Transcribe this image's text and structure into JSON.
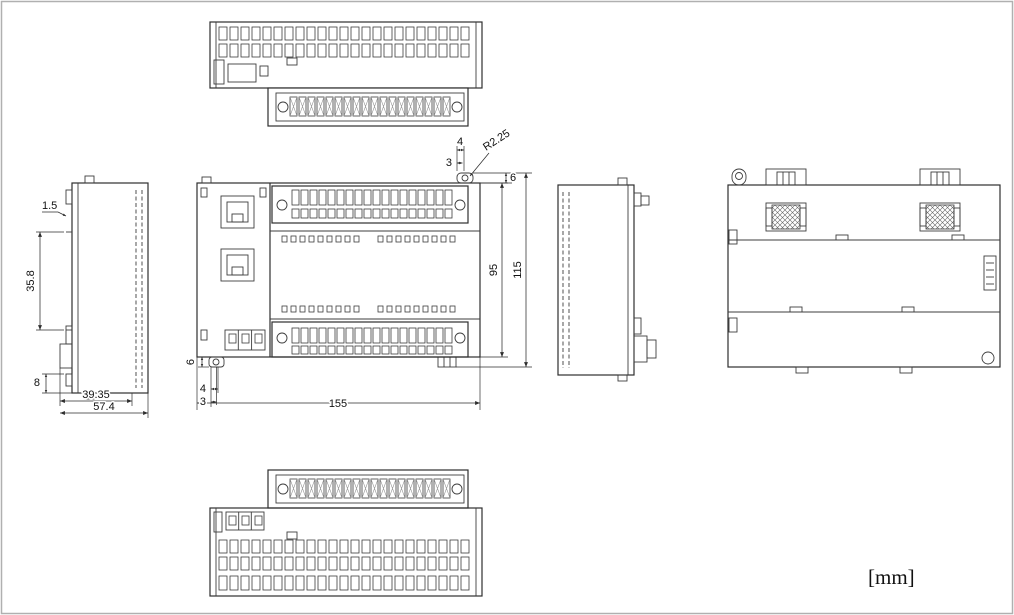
{
  "units_label": "[mm]",
  "dims": {
    "front_width": "155",
    "front_body_height": "95",
    "front_total_height": "115",
    "corner_offset_a": "4",
    "corner_offset_b": "3",
    "corner_radius": "R2.25",
    "corner_tab_height": "6",
    "hook_offset": "6",
    "hook_width_a": "4",
    "hook_width_b": "3",
    "side_top_gap": "1.5",
    "side_rail_span": "35.8",
    "side_foot_height": "8",
    "side_depth_inner": "39.35",
    "side_depth_total": "57.4"
  }
}
